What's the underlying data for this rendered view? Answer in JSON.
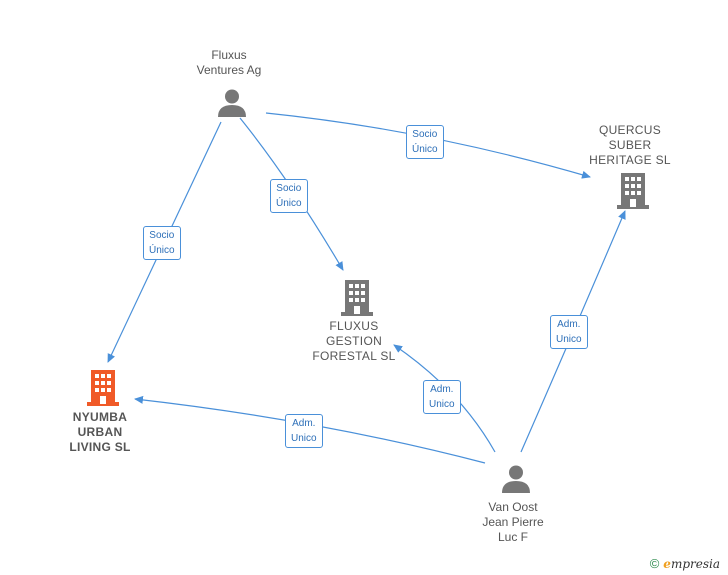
{
  "nodes": {
    "fluxus_ventures": {
      "label": "Fluxus\nVentures Ag",
      "type": "person"
    },
    "quercus": {
      "label": "QUERCUS\nSUBER\nHERITAGE  SL",
      "type": "company"
    },
    "fluxus_gestion": {
      "label": "FLUXUS\nGESTION\nFORESTAL  SL",
      "type": "company"
    },
    "nyumba": {
      "label": "NYUMBA\nURBAN\nLIVING  SL",
      "type": "company-main"
    },
    "van_oost": {
      "label": "Van Oost\nJean Pierre\nLuc F",
      "type": "person"
    }
  },
  "edges": {
    "e1": "Socio\nÚnico",
    "e2": "Socio\nÚnico",
    "e3": "Socio\nÚnico",
    "e4": "Adm.\nUnico",
    "e5": "Adm.\nUnico",
    "e6": "Adm.\nUnico"
  },
  "colors": {
    "edge": "#4a90d9",
    "person_icon": "#777777",
    "company_icon": "#777777",
    "main_company_icon": "#f05a28"
  },
  "footer": {
    "copyright_symbol": "©",
    "brand_initial": "e",
    "brand_rest": "mpresia"
  }
}
